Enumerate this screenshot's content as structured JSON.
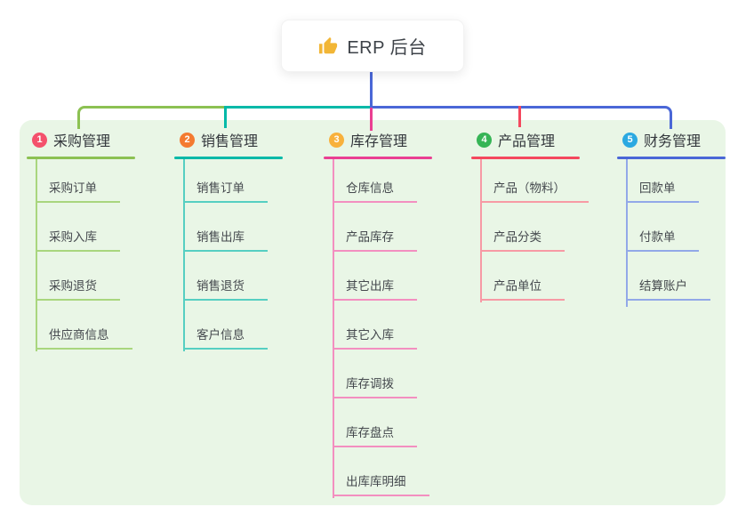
{
  "root": {
    "label": "ERP 后台",
    "icon": "thumbs-up-icon"
  },
  "canvas": {
    "background": "#ffffff",
    "panel_bg": "#e9f6e6",
    "root_line_color": "#4a67d7"
  },
  "branches": [
    {
      "num": "1",
      "label": "采购管理",
      "color": "#8cc152",
      "light": "#a9d67e",
      "badge": "#f4516c",
      "children": [
        "采购订单",
        "采购入库",
        "采购退货",
        "供应商信息"
      ]
    },
    {
      "num": "2",
      "label": "销售管理",
      "color": "#00b9a8",
      "light": "#56cfc2",
      "badge": "#f47b30",
      "children": [
        "销售订单",
        "销售出库",
        "销售退货",
        "客户信息"
      ]
    },
    {
      "num": "3",
      "label": "库存管理",
      "color": "#ea3f92",
      "light": "#f38fc0",
      "badge": "#f8b13c",
      "children": [
        "仓库信息",
        "产品库存",
        "其它出库",
        "其它入库",
        "库存调拨",
        "库存盘点",
        "出库库明细"
      ]
    },
    {
      "num": "4",
      "label": "产品管理",
      "color": "#f4485e",
      "light": "#f79aa5",
      "badge": "#36b556",
      "children": [
        "产品（物料）",
        "产品分类",
        "产品单位"
      ]
    },
    {
      "num": "5",
      "label": "财务管理",
      "color": "#4a67d7",
      "light": "#92a8e8",
      "badge": "#2ba9e1",
      "children": [
        "回款单",
        "付款单",
        "结算账户"
      ]
    }
  ]
}
